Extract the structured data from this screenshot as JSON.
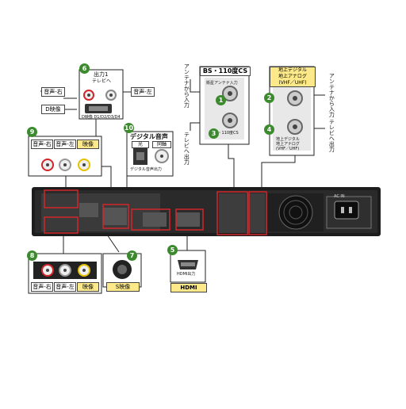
{
  "callouts": {
    "c1": "1",
    "c2": "2",
    "c3": "3",
    "c4": "4",
    "c5": "5",
    "c6": "6",
    "c7": "7",
    "c8": "8",
    "c9": "9",
    "c10": "10"
  },
  "bs": {
    "title": "BS・110度CS",
    "connector_top": "衛星アンテナ入力",
    "connector_bottom": "BS・110度CS",
    "antenna_in_vertical": "アンテナから入力",
    "tv_out_vertical": "テレビへ出力"
  },
  "terrestrial": {
    "title_line1": "地上デジタル",
    "title_line2": "地上アナログ",
    "title_line3": "(VHF／UHF)",
    "connector_bottom_line1": "地上デジタル",
    "connector_bottom_line2": "地上アナログ",
    "connector_bottom_line3": "(VHF／UHF)",
    "antenna_in_vertical": "アンテナから入力",
    "tv_out_vertical": "テレビへ出力"
  },
  "output1": {
    "title_line1": "出力1",
    "title_line2": "テレビへ",
    "audio_right": "音声-右",
    "audio_left": "音声-左",
    "d_video": "D映像",
    "d_terminal": "D映像 D1/D2/D3/D4"
  },
  "input9": {
    "audio_right": "音声-右",
    "audio_left": "音声-左",
    "video": "映像"
  },
  "input8": {
    "audio_right": "音声-右",
    "audio_left": "音声-左",
    "video": "映像"
  },
  "svideo": {
    "label": "S映像"
  },
  "digital_audio": {
    "title": "デジタル音声",
    "optical": "光",
    "coaxial": "同軸",
    "bottom": "デジタル音声出力"
  },
  "hdmi": {
    "label": "HDMI",
    "port": "HDMI出力"
  },
  "power": {
    "label": "AC IN"
  },
  "colors": {
    "callout_green": "#3c8a2e",
    "highlight_red": "#d2262b",
    "yellow_label": "#fde98a",
    "device_black": "#1d1d1d"
  }
}
